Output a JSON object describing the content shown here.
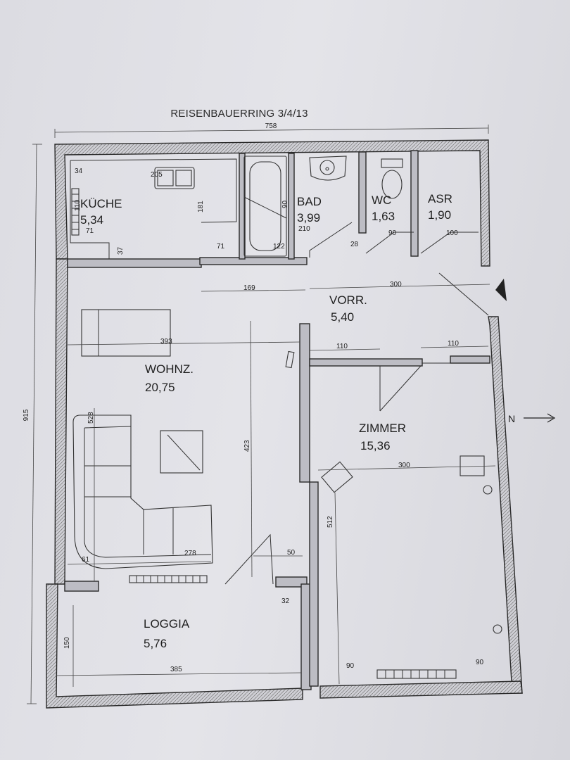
{
  "plan": {
    "title": "REISENBAUERRING 3/4/13",
    "north_label": "N",
    "overall_width": "758",
    "overall_height": "915"
  },
  "rooms": [
    {
      "id": "kueche",
      "name": "KÜCHE",
      "area": "5,34"
    },
    {
      "id": "bad",
      "name": "BAD",
      "area": "3,99"
    },
    {
      "id": "wc",
      "name": "WC",
      "area": "1,63"
    },
    {
      "id": "asr",
      "name": "ASR",
      "area": "1,90"
    },
    {
      "id": "vorr",
      "name": "VORR.",
      "area": "5,40"
    },
    {
      "id": "wohnz",
      "name": "WOHNZ.",
      "area": "20,75"
    },
    {
      "id": "zimmer",
      "name": "ZIMMER",
      "area": "15,36"
    },
    {
      "id": "loggia",
      "name": "LOGGIA",
      "area": "5,76"
    }
  ],
  "dimensions": {
    "kitchen_34": "34",
    "kitchen_205": "205",
    "kitchen_110": "110",
    "kitchen_181": "181",
    "kitchen_71": "71",
    "kitchen_37": "37",
    "bath_90": "90",
    "bath_210": "210",
    "bath_71": "71",
    "bath_122": "122",
    "wc_28": "28",
    "wc_90": "90",
    "asr_100": "100",
    "hall_169": "169",
    "hall_300": "300",
    "living_393": "393",
    "hall_110_left": "110",
    "hall_110_right": "110",
    "living_528": "528",
    "living_423": "423",
    "living_278": "278",
    "living_61": "61",
    "living_50": "50",
    "loggia_32": "32",
    "loggia_150": "150",
    "loggia_385": "385",
    "room_300": "300",
    "room_512": "512",
    "room_90_left": "90",
    "room_90_right": "90"
  }
}
